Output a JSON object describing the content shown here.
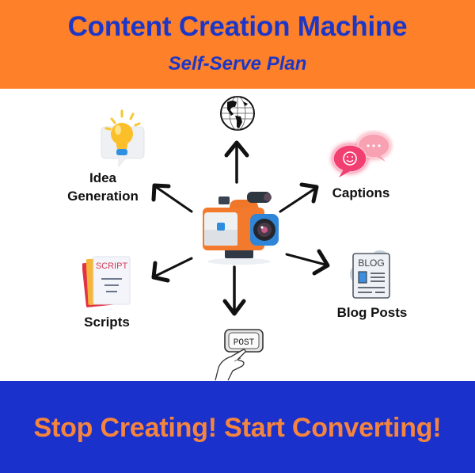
{
  "header": {
    "title": "Content Creation Machine",
    "subtitle": "Self-Serve Plan",
    "background_color": "#fe8129",
    "text_color": "#1c37c7"
  },
  "diagram": {
    "center": {
      "label": "video-camera",
      "icon": "video-camera-icon"
    },
    "nodes": [
      {
        "id": "web",
        "label": "",
        "icon": "globe-icon",
        "direction": "up"
      },
      {
        "id": "idea",
        "label_line1": "Idea",
        "label_line2": "Generation",
        "icon": "lightbulb-icon",
        "direction": "up-left"
      },
      {
        "id": "captions",
        "label": "Captions",
        "icon": "chat-bubbles-icon",
        "direction": "up-right"
      },
      {
        "id": "blog",
        "label": "Blog Posts",
        "icon": "blog-document-icon",
        "icon_text": "BLOG",
        "direction": "down-right"
      },
      {
        "id": "scripts",
        "label": "Scripts",
        "icon": "script-document-icon",
        "icon_text": "SCRIPT",
        "direction": "down-left"
      },
      {
        "id": "post",
        "label": "",
        "icon": "post-button-hand-icon",
        "icon_text": "POST",
        "direction": "down"
      }
    ]
  },
  "footer": {
    "tagline": "Stop Creating! Start Converting!",
    "background_color": "#1a31cc",
    "text_color": "#f5853e"
  }
}
